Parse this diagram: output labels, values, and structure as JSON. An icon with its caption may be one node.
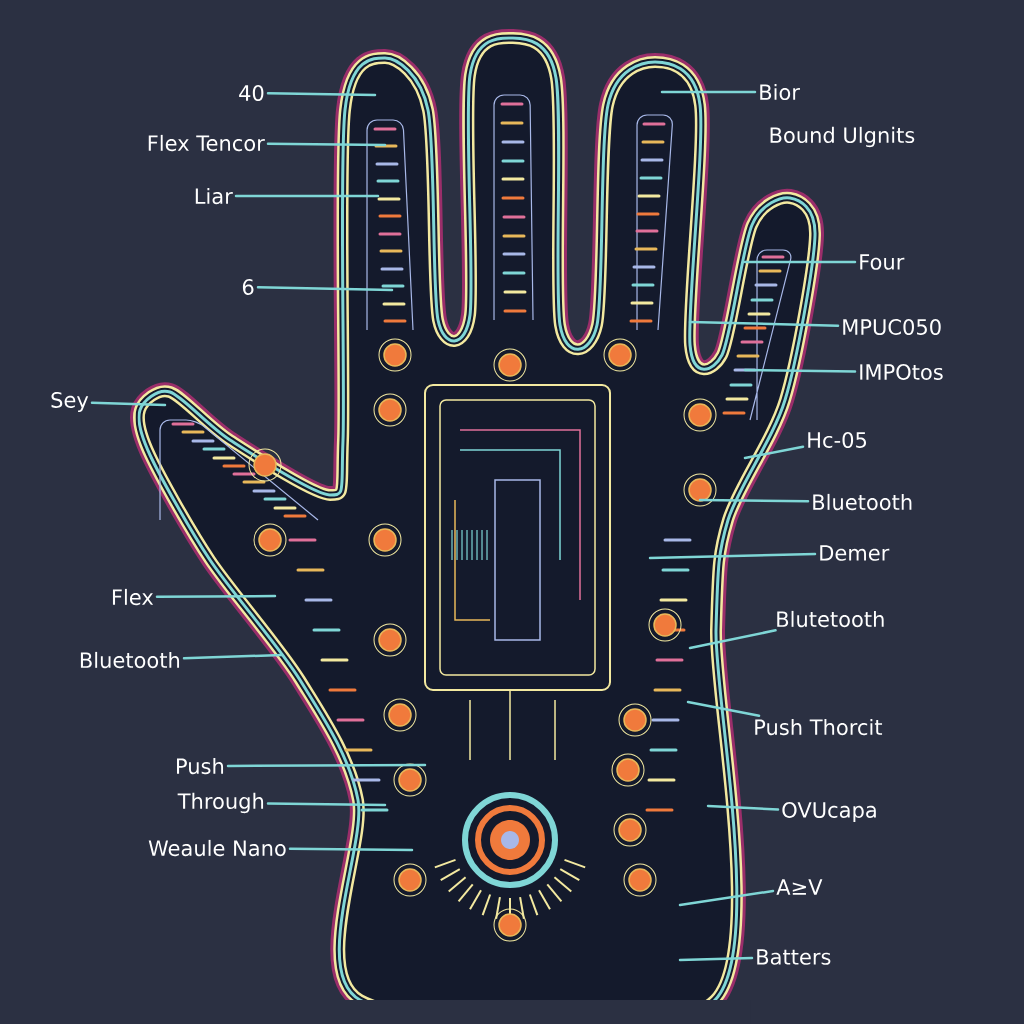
{
  "diagram": {
    "nodes": [
      {
        "text": [
          "40"
        ]
      },
      {
        "text": [
          "Flex Tencor"
        ]
      },
      {
        "text": [
          "Liar"
        ]
      },
      {
        "text": [
          "6"
        ]
      },
      {
        "text": [
          "Sey"
        ]
      },
      {
        "text": [
          "Flex"
        ]
      },
      {
        "text": [
          "Bluetooth"
        ]
      },
      {
        "text": [
          "Push"
        ]
      },
      {
        "text": [
          "Through"
        ]
      },
      {
        "text": [
          "Weaule Nano"
        ]
      },
      {
        "text": [
          "Bior"
        ]
      },
      {
        "text": [
          "Four"
        ]
      },
      {
        "text": [
          "MPUC050"
        ]
      },
      {
        "text": [
          "IMPOtos"
        ]
      },
      {
        "text": [
          "Hc-05"
        ]
      },
      {
        "text": [
          "Bluetooth"
        ]
      },
      {
        "text": [
          "Demer"
        ]
      },
      {
        "text": [
          "Blutetooth"
        ]
      },
      {
        "text": [
          "Push Thorcit"
        ]
      },
      {
        "text": [
          "OVUcapa"
        ]
      },
      {
        "text": [
          "A≥V"
        ]
      },
      {
        "text": [
          "Batters"
        ]
      }
    ],
    "edges": [
      {
        "from": 0,
        "to": null,
        "arrow": "none"
      },
      {
        "from": 1,
        "to": null,
        "arrow": "none"
      },
      {
        "from": 2,
        "to": null,
        "arrow": "none"
      },
      {
        "from": 3,
        "to": null,
        "arrow": "none"
      },
      {
        "from": 4,
        "to": null,
        "arrow": "none"
      },
      {
        "from": 5,
        "to": null,
        "arrow": "none"
      },
      {
        "from": 6,
        "to": null,
        "arrow": "none"
      },
      {
        "from": 7,
        "to": null,
        "arrow": "none"
      },
      {
        "from": 8,
        "to": null,
        "arrow": "none"
      },
      {
        "from": 9,
        "to": null,
        "arrow": "none"
      },
      {
        "from": 10,
        "to": null,
        "arrow": "none"
      },
      {
        "from": 11,
        "to": null,
        "arrow": "none"
      },
      {
        "from": 12,
        "to": null,
        "arrow": "none"
      },
      {
        "from": 13,
        "to": null,
        "arrow": "none"
      },
      {
        "from": 14,
        "to": null,
        "arrow": "none"
      },
      {
        "from": 15,
        "to": null,
        "arrow": "none"
      },
      {
        "from": 16,
        "to": null,
        "arrow": "none"
      },
      {
        "from": 17,
        "to": null,
        "arrow": "none"
      },
      {
        "from": 18,
        "to": null,
        "arrow": "none"
      },
      {
        "from": 19,
        "to": null,
        "arrow": "none"
      },
      {
        "from": 20,
        "to": null,
        "arrow": "none"
      },
      {
        "from": 21,
        "to": null,
        "arrow": "none"
      }
    ],
    "labels": [
      "Bound Ulgnits"
    ]
  }
}
